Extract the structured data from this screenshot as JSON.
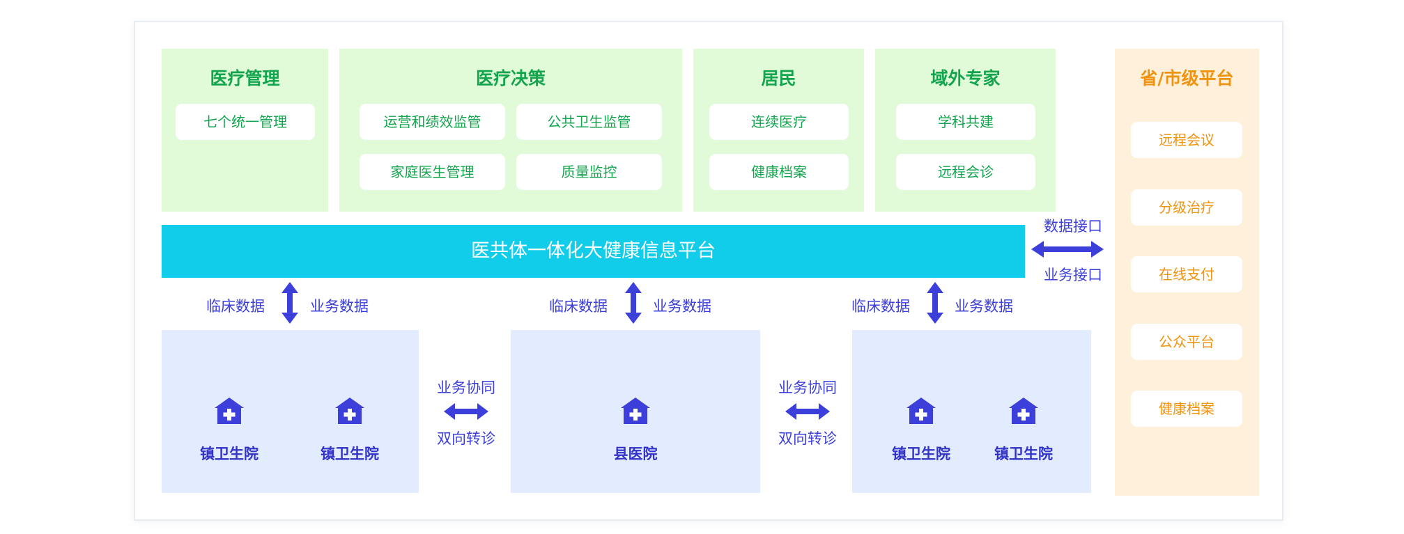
{
  "top_sections": [
    {
      "title": "医疗管理",
      "items": [
        "七个统一管理"
      ]
    },
    {
      "title": "医疗决策",
      "items": [
        "运营和绩效监管",
        "公共卫生监管",
        "家庭医生管理",
        "质量监控"
      ]
    },
    {
      "title": "居民",
      "items": [
        "连续医疗",
        "健康档案"
      ]
    },
    {
      "title": "域外专家",
      "items": [
        "学科共建",
        "远程会诊"
      ]
    }
  ],
  "platform": {
    "title": "医共体一体化大健康信息平台"
  },
  "interface": {
    "top": "数据接口",
    "bottom": "业务接口"
  },
  "province": {
    "title": "省/市级平台",
    "items": [
      "远程会议",
      "分级治疗",
      "在线支付",
      "公众平台",
      "健康档案"
    ]
  },
  "data_flow": {
    "left": "临床数据",
    "right": "业务数据"
  },
  "collab": {
    "top": "业务协同",
    "bottom": "双向转诊"
  },
  "facilities": {
    "left": [
      "镇卫生院",
      "镇卫生院"
    ],
    "center": [
      "县医院"
    ],
    "right": [
      "镇卫生院",
      "镇卫生院"
    ]
  },
  "colors": {
    "green": "#13a54e",
    "green_bg": "#e1fbd9",
    "cyan": "#12cde9",
    "blue": "#3c3fd9",
    "blue_bg": "#e3ebfe",
    "orange": "#f0930e",
    "orange_bg": "#fff0dc"
  }
}
